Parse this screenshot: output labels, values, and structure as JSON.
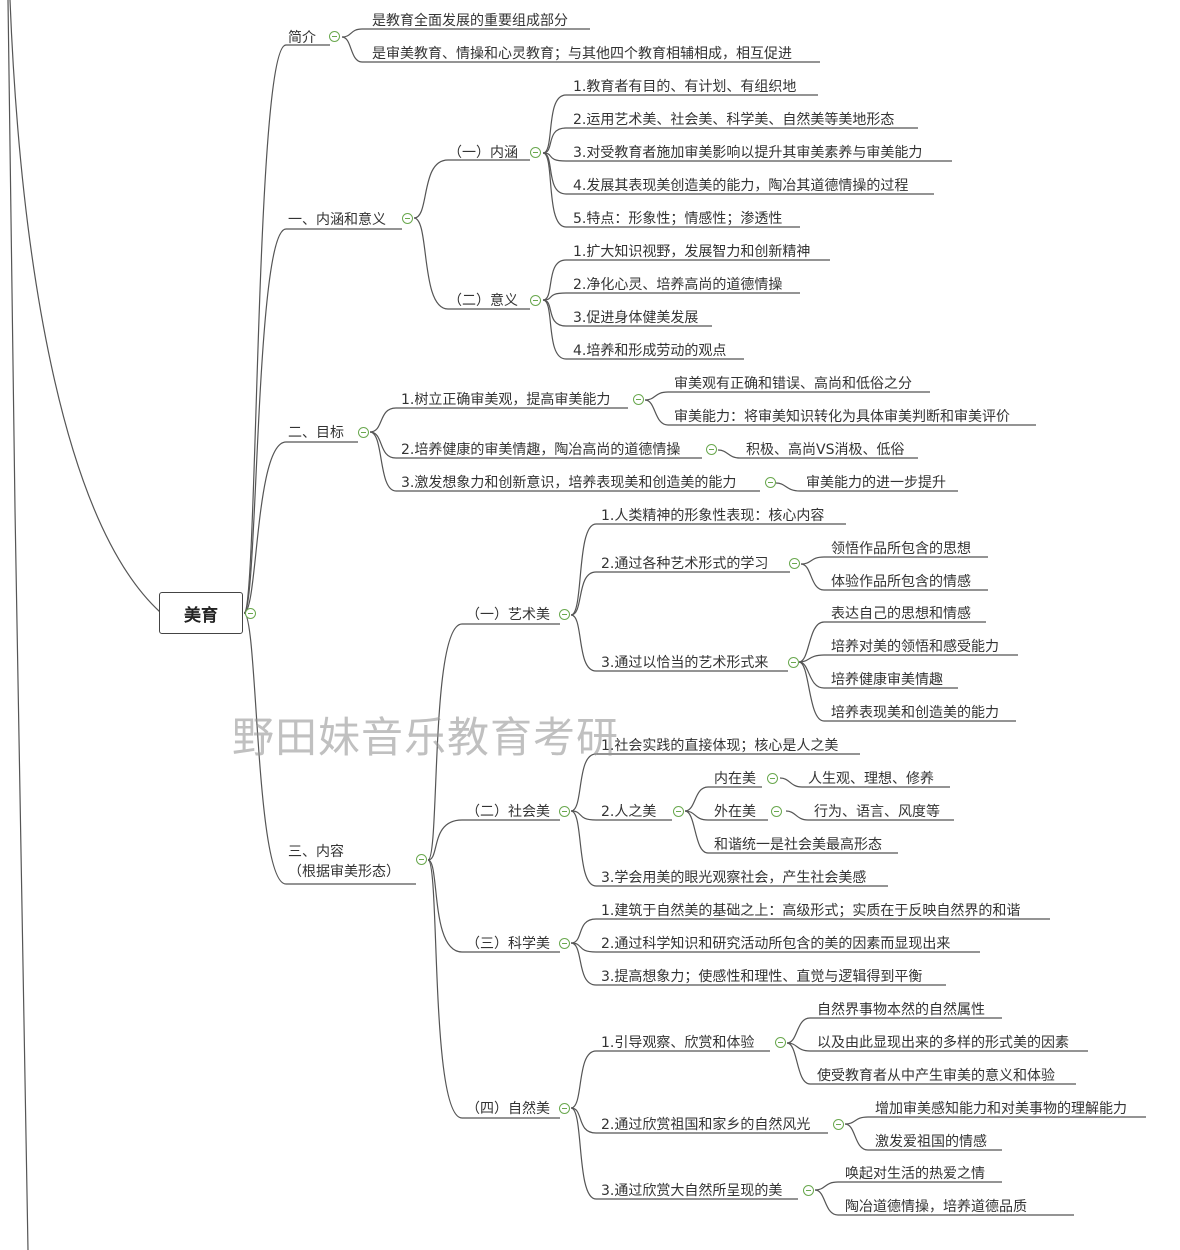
{
  "root": "美育",
  "watermark": "野田妹音乐教育考研",
  "accent_color": "#6aa84f",
  "icons": {
    "collapse": "collapse-minus-icon"
  },
  "branches": {
    "intro": {
      "label": "简介",
      "items": [
        "是教育全面发展的重要组成部分",
        "是审美教育、情操和心灵教育；与其他四个教育相辅相成，相互促进"
      ]
    },
    "b1": {
      "label": "一、内涵和意义",
      "neihan": {
        "label": "（一）内涵",
        "items": [
          "1.教育者有目的、有计划、有组织地",
          "2.运用艺术美、社会美、科学美、自然美等美地形态",
          "3.对受教育者施加审美影响以提升其审美素养与审美能力",
          "4.发展其表现美创造美的能力，陶冶其道德情操的过程",
          "5.特点：形象性；情感性；渗透性"
        ]
      },
      "yiyi": {
        "label": "（二）意义",
        "items": [
          "1.扩大知识视野，发展智力和创新精神",
          "2.净化心灵、培养高尚的道德情操",
          "3.促进身体健美发展",
          "4.培养和形成劳动的观点"
        ]
      }
    },
    "b2": {
      "label": "二、目标",
      "g1": {
        "label": "1.树立正确审美观，提高审美能力",
        "items": [
          "审美观有正确和错误、高尚和低俗之分",
          "审美能力：将审美知识转化为具体审美判断和审美评价"
        ]
      },
      "g2": {
        "label": "2.培养健康的审美情趣，陶冶高尚的道德情操",
        "items": [
          "积极、高尚VS消极、低俗"
        ]
      },
      "g3": {
        "label": "3.激发想象力和创新意识，培养表现美和创造美的能力",
        "items": [
          "审美能力的进一步提升"
        ]
      }
    },
    "b3": {
      "label_line1": "三、内容",
      "label_line2": "（根据审美形态）",
      "art": {
        "label": "（一）艺术美",
        "a1": "1.人类精神的形象性表现：核心内容",
        "a2": {
          "label": "2.通过各种艺术形式的学习",
          "items": [
            "领悟作品所包含的思想",
            "体验作品所包含的情感"
          ]
        },
        "a3": {
          "label": "3.通过以恰当的艺术形式来",
          "items": [
            "表达自己的思想和情感",
            "培养对美的领悟和感受能力",
            "培养健康审美情趣",
            "培养表现美和创造美的能力"
          ]
        }
      },
      "social": {
        "label": "（二）社会美",
        "s1": "1.社会实践的直接体现；核心是人之美",
        "s2": {
          "label": "2.人之美",
          "inner": {
            "label": "内在美",
            "value": "人生观、理想、修养"
          },
          "outer": {
            "label": "外在美",
            "value": "行为、语言、风度等"
          },
          "harmony": "和谐统一是社会美最高形态"
        },
        "s3": "3.学会用美的眼光观察社会，产生社会美感"
      },
      "science": {
        "label": "（三）科学美",
        "items": [
          "1.建筑于自然美的基础之上：高级形式；实质在于反映自然界的和谐",
          "2.通过科学知识和研究活动所包含的美的因素而显现出来",
          "3.提高想象力；使感性和理性、直觉与逻辑得到平衡"
        ]
      },
      "nature": {
        "label": "（四）自然美",
        "n1": {
          "label": "1.引导观察、欣赏和体验",
          "items": [
            "自然界事物本然的自然属性",
            "以及由此显现出来的多样的形式美的因素",
            "使受教育者从中产生审美的意义和体验"
          ]
        },
        "n2": {
          "label": "2.通过欣赏祖国和家乡的自然风光",
          "items": [
            "增加审美感知能力和对美事物的理解能力",
            "激发爱祖国的情感"
          ]
        },
        "n3": {
          "label": "3.通过欣赏大自然所呈现的美",
          "items": [
            "唤起对生活的热爱之情",
            "陶冶道德情操，培养道德品质"
          ]
        }
      }
    }
  }
}
